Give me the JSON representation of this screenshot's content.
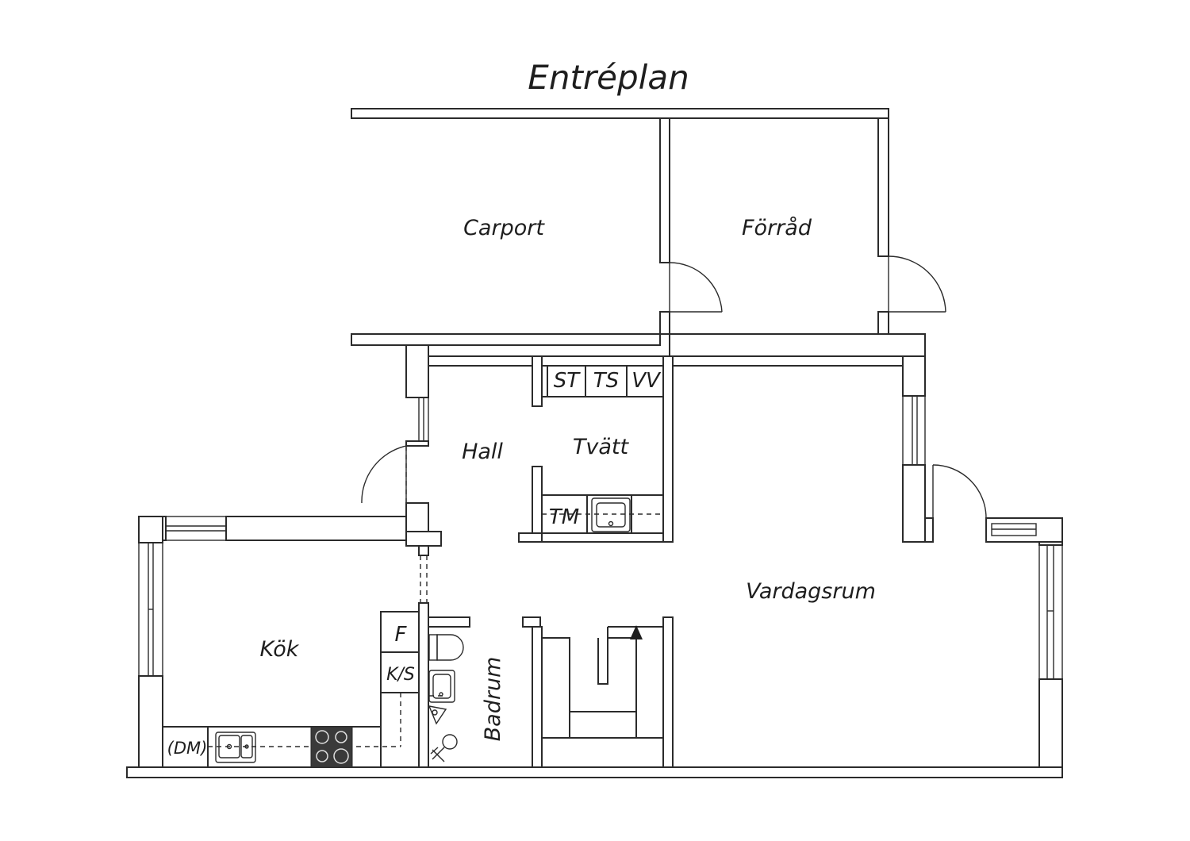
{
  "title": "Entréplan",
  "rooms": {
    "carport": "Carport",
    "forrad": "Förråd",
    "hall": "Hall",
    "tvatt": "Tvätt",
    "vardagsrum": "Vardagsrum",
    "kok": "Kök",
    "badrum": "Badrum"
  },
  "fixtures": {
    "st": "ST",
    "ts": "TS",
    "vv": "VV",
    "tm": "TM",
    "f": "F",
    "ks": "K/S",
    "dm": "(DM)"
  },
  "colors": {
    "line": "#2b2b2b",
    "stove": "#3a3a3a"
  }
}
